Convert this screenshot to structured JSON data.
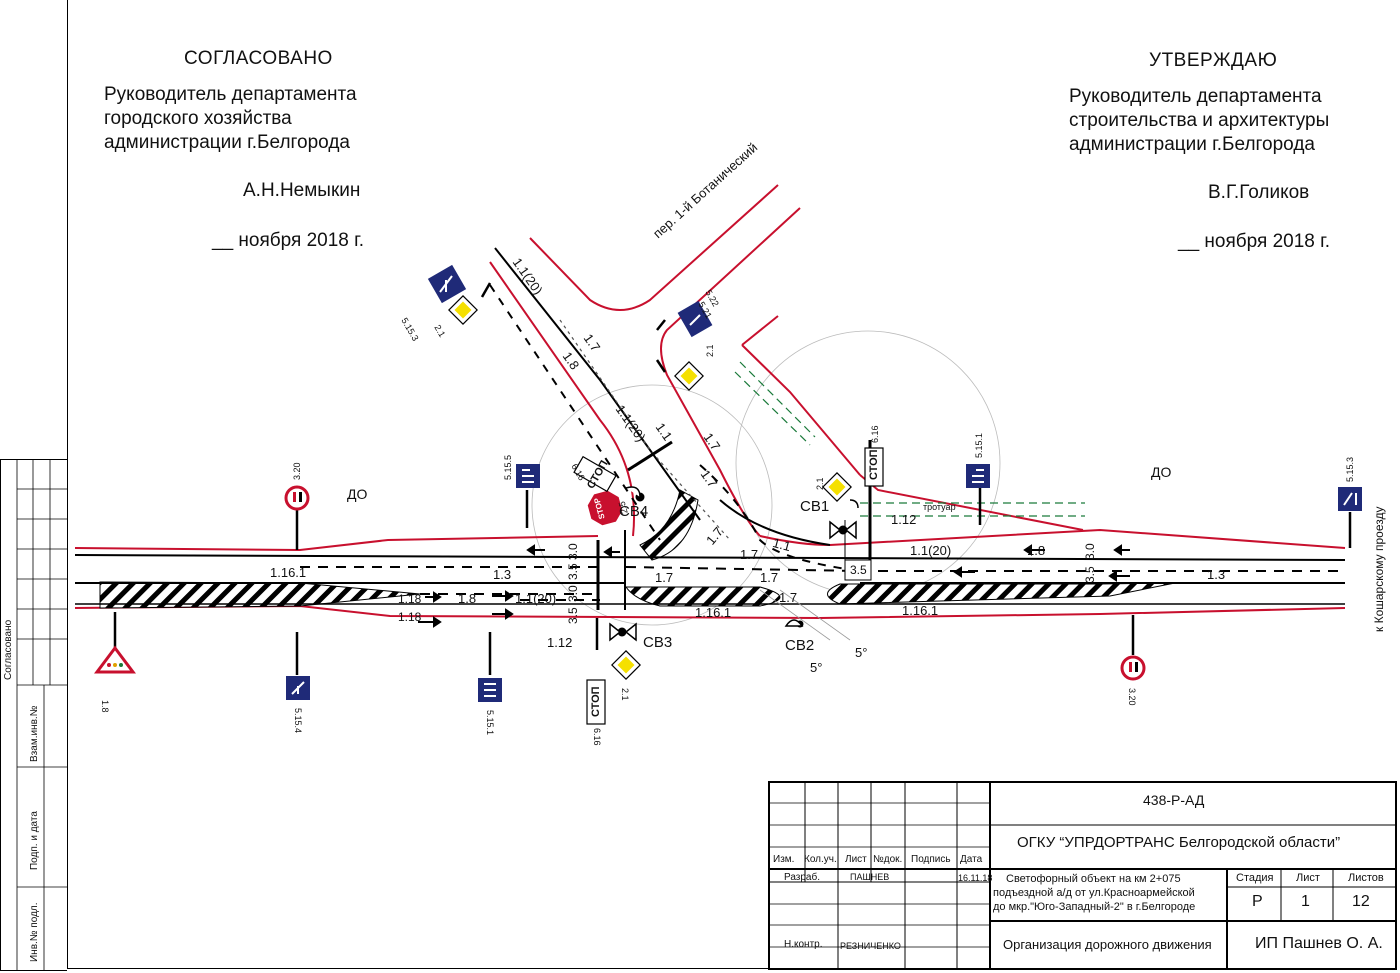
{
  "header": {
    "left": {
      "title": "СОГЛАСОВАНО",
      "line1": "Руководитель департамента",
      "line2": "городского хозяйства",
      "line3": "администрации г.Белгорода",
      "name": "А.Н.Немыкин",
      "date": "__ ноября 2018 г."
    },
    "right": {
      "title": "УТВЕРЖДАЮ",
      "line1": "Руководитель департамента",
      "line2": "строительства и архитектуры",
      "line3": "администрации г.Белгорода",
      "name": "В.Г.Голиков",
      "date": "__ ноября 2018 г."
    }
  },
  "side_stamp": {
    "agreed": "Согласовано",
    "inv_replace": "Взам.инв.№",
    "sign_date": "Подп. и дата",
    "inv_orig": "Инв.№ подл."
  },
  "plan": {
    "street_name": "пер. 1-й Ботанический",
    "to_road": "к Кошарскому проезду",
    "sidewalk": "тротуар",
    "do_left": "ДО",
    "do_right": "ДО",
    "lights": [
      "СВ1",
      "СВ2",
      "СВ3",
      "СВ4"
    ],
    "marking_labels": [
      "1.1(20)",
      "1.7",
      "1.8",
      "1.1(20)",
      "1.1",
      "1.7",
      "1.7",
      "1.1",
      "1.7",
      "1.7",
      "1.7",
      "1.16.1",
      "1.3",
      "1.18",
      "1.8",
      "1.1(20)",
      "1.18",
      "1.16.1",
      "1.12",
      "1.12",
      "1.1(20)",
      "1.8",
      "1.3",
      "1.16.1",
      "1.7",
      "1.7"
    ],
    "dims": [
      "3.0",
      "3.5",
      "3.0",
      "3.5",
      "3.0",
      "3.5",
      "3.5"
    ],
    "sign_codes": [
      "5.15.3",
      "2.1",
      "5.21",
      "5.22",
      "2.1",
      "6.16",
      "5.15.1",
      "5.15.3",
      "3.20",
      "5.15.5",
      "6.16",
      "2.5",
      "2.1",
      "1.8",
      "5.15.4",
      "5.15.1",
      "6.16",
      "2.1",
      "3.20"
    ],
    "stop_word": "СТОП",
    "stop_sign": "STOP",
    "angle1": "5°",
    "angle2": "5°"
  },
  "title_block": {
    "code": "438-Р-АД",
    "org": "ОГКУ “УПРДОРТРАНС Белгородской области”",
    "cols": [
      "Изм.",
      "Кол.уч.",
      "Лист",
      "№док.",
      "Подпись",
      "Дата"
    ],
    "dev_role": "Разраб.",
    "dev_name": "ПАШНЕВ",
    "dev_date": "16.11.18",
    "check_role": "Н.контр.",
    "check_name": "РЕЗНИЧЕНКО",
    "object1": "Светофорный объект  на км 2+075",
    "object2": "подъездной а/д от ул.Красноармейской",
    "object3": "до мкр.\"Юго-Западный-2\" в г.Белгороде",
    "stage_h": "Стадия",
    "sheet_h": "Лист",
    "sheets_h": "Листов",
    "stage": "Р",
    "sheet": "1",
    "sheets": "12",
    "doc_title": "Организация дорожного движения",
    "author": "ИП Пашнев О. А."
  },
  "colors": {
    "edge": "#c8102e",
    "sign_blue": "#1f2a78",
    "marking": "#000000",
    "green": "#1a7a3a"
  }
}
